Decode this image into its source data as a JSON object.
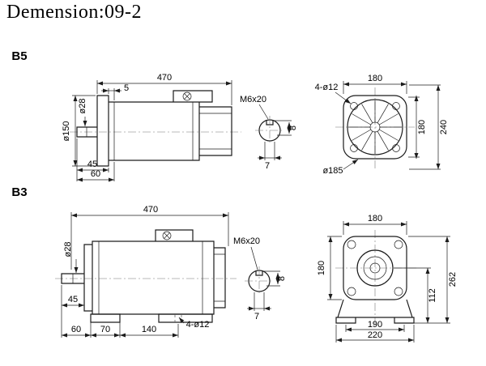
{
  "title": "Demension:09-2",
  "b5": {
    "label": "B5",
    "side": {
      "length": "470",
      "flange_step": "5",
      "shaft_dia": "ø28",
      "flange_dia": "ø150",
      "shaft_ext": "45",
      "front_ext": "60"
    },
    "key": {
      "label": "M6x20",
      "height": "8",
      "width": "7"
    },
    "front": {
      "width": "180",
      "corner_holes": "4-ø12",
      "height": "180",
      "overall": "240",
      "spigot": "ø185"
    }
  },
  "b3": {
    "label": "B3",
    "side": {
      "length": "470",
      "shaft_dia": "ø28",
      "shaft_ext": "45",
      "foot_a": "60",
      "foot_b": "70",
      "foot_c": "140",
      "foot_holes": "4-ø12"
    },
    "key": {
      "label": "M6x20",
      "height": "8",
      "width": "7"
    },
    "front": {
      "width": "180",
      "height": "180",
      "overall": "262",
      "shaft_height": "112",
      "hole_span": "190",
      "base_width": "220"
    }
  }
}
